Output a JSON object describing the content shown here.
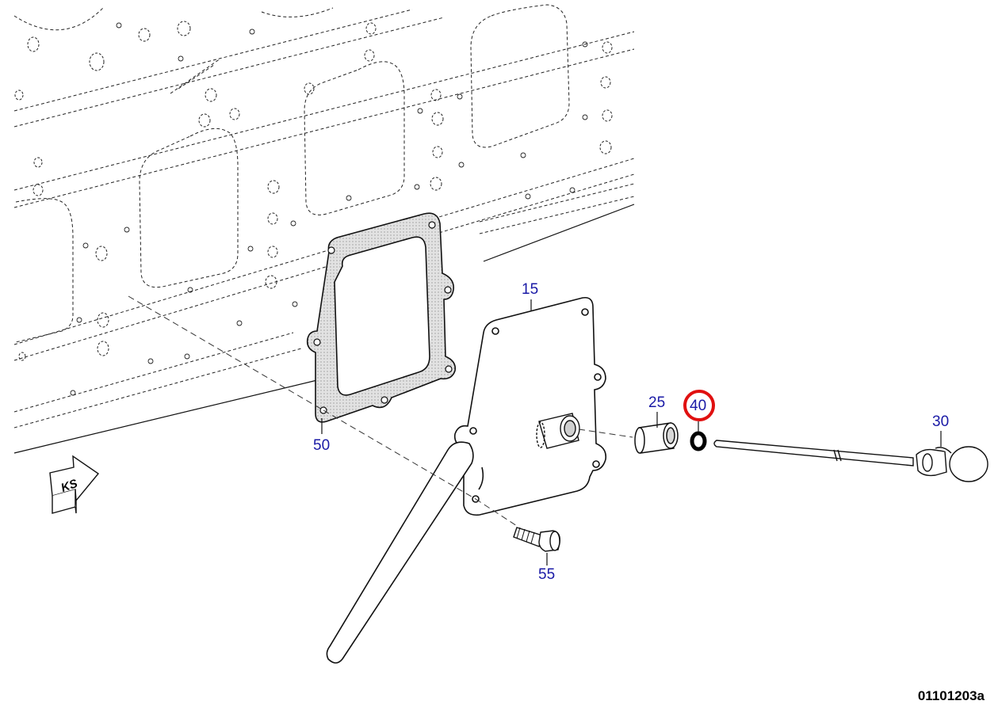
{
  "callouts": {
    "c15": "15",
    "c25": "25",
    "c40": "40",
    "c30": "30",
    "c50": "50",
    "c55": "55"
  },
  "direction_marker": "KS",
  "figure_id": "01101203a",
  "colors": {
    "callout_text": "#1a1aa6",
    "highlight_ring": "#e01010",
    "line": "#000000",
    "gasket_fill": "#d6d6d6"
  }
}
